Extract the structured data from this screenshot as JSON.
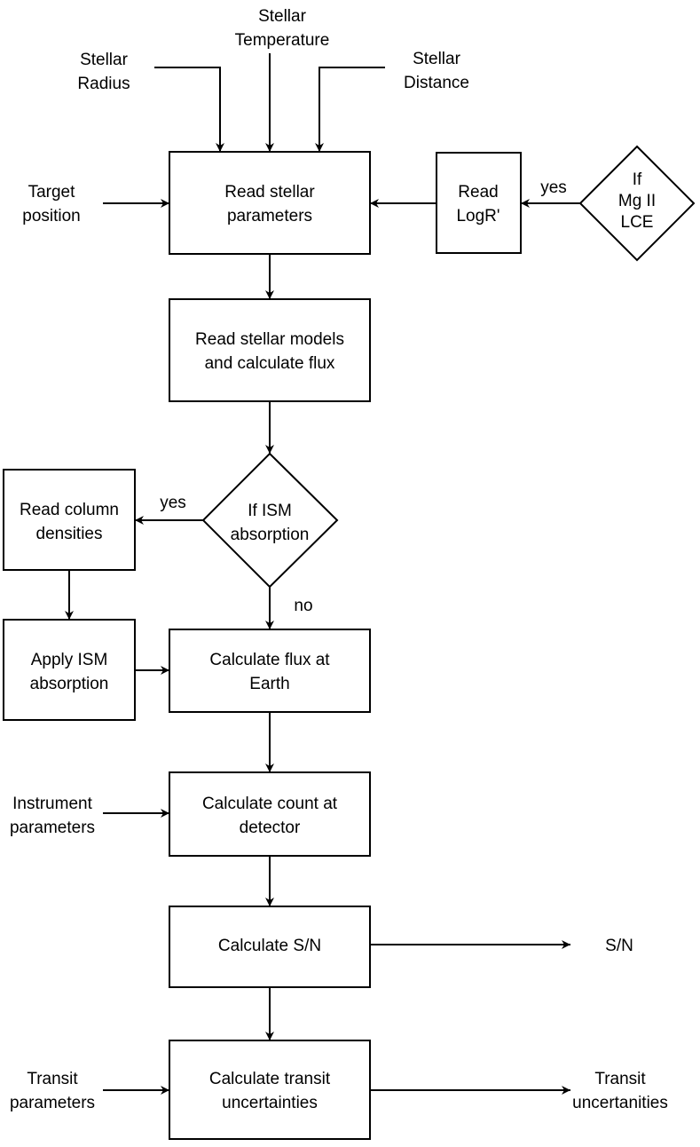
{
  "diagram": {
    "inputs": {
      "stellar_radius": [
        "Stellar",
        "Radius"
      ],
      "stellar_temperature": [
        "Stellar",
        "Temperature"
      ],
      "stellar_distance": [
        "Stellar",
        "Distance"
      ],
      "target_position": [
        "Target",
        "position"
      ],
      "instrument_parameters": [
        "Instrument",
        "parameters"
      ],
      "transit_parameters": [
        "Transit",
        "parameters"
      ]
    },
    "processes": {
      "read_stellar_parameters": [
        "Read stellar",
        "parameters"
      ],
      "read_logr": [
        "Read",
        "LogR'"
      ],
      "read_stellar_models": [
        "Read stellar models",
        "and calculate flux"
      ],
      "read_column_densities": [
        "Read column",
        "densities"
      ],
      "apply_ism_absorption": [
        "Apply ISM",
        "absorption"
      ],
      "calculate_flux_at_earth": [
        "Calculate flux at",
        "Earth"
      ],
      "calculate_count_at_detector": [
        "Calculate count at",
        "detector"
      ],
      "calculate_sn": [
        "Calculate S/N"
      ],
      "calculate_transit_uncertainties": [
        "Calculate transit",
        "uncertainties"
      ]
    },
    "decisions": {
      "if_mgii_lce": [
        "If",
        "Mg II",
        "LCE"
      ],
      "if_ism_absorption": [
        "If ISM",
        "absorption"
      ]
    },
    "edge_labels": {
      "mgii_yes": "yes",
      "ism_yes": "yes",
      "ism_no": "no"
    },
    "outputs": {
      "sn": [
        "S/N"
      ],
      "transit_uncertainties": [
        "Transit",
        "uncertanities"
      ]
    }
  }
}
